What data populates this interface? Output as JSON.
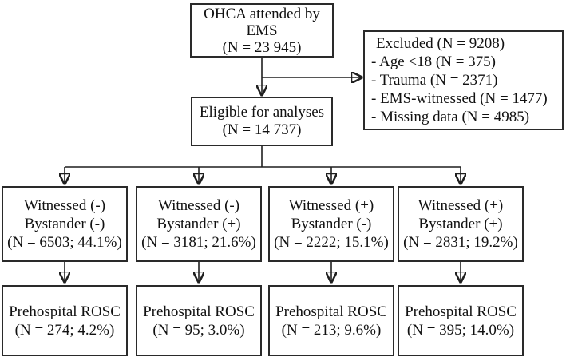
{
  "colors": {
    "line": "#1f1f1f",
    "border": "#2a2a2a",
    "text": "#111111",
    "background": "#ffffff"
  },
  "boxes": {
    "top": {
      "lines": [
        "OHCA attended by",
        "EMS",
        "(N = 23 945)"
      ]
    },
    "excluded": {
      "lines": [
        "Excluded (N = 9208)",
        "- Age <18 (N = 375)",
        "- Trauma (N = 2371)",
        "- EMS-witnessed (N = 1477)",
        "- Missing data (N = 4985)"
      ]
    },
    "eligible": {
      "lines": [
        "Eligible for analyses",
        "(N = 14 737)"
      ]
    },
    "groups": [
      {
        "lines": [
          "Witnessed (-)",
          "Bystander (-)",
          "(N = 6503; 44.1%)"
        ]
      },
      {
        "lines": [
          "Witnessed (-)",
          "Bystander (+)",
          "(N = 3181; 21.6%)"
        ]
      },
      {
        "lines": [
          "Witnessed (+)",
          "Bystander (-)",
          "(N = 2222; 15.1%)"
        ]
      },
      {
        "lines": [
          "Witnessed (+)",
          "Bystander (+)",
          "(N = 2831; 19.2%)"
        ]
      }
    ],
    "outcomes": [
      {
        "lines": [
          "Prehospital ROSC",
          "(N = 274; 4.2%)"
        ]
      },
      {
        "lines": [
          "Prehospital ROSC",
          "(N = 95; 3.0%)"
        ]
      },
      {
        "lines": [
          "Prehospital ROSC",
          "(N = 213; 9.6%)"
        ]
      },
      {
        "lines": [
          "Prehospital ROSC",
          "(N = 395; 14.0%)"
        ]
      }
    ]
  }
}
